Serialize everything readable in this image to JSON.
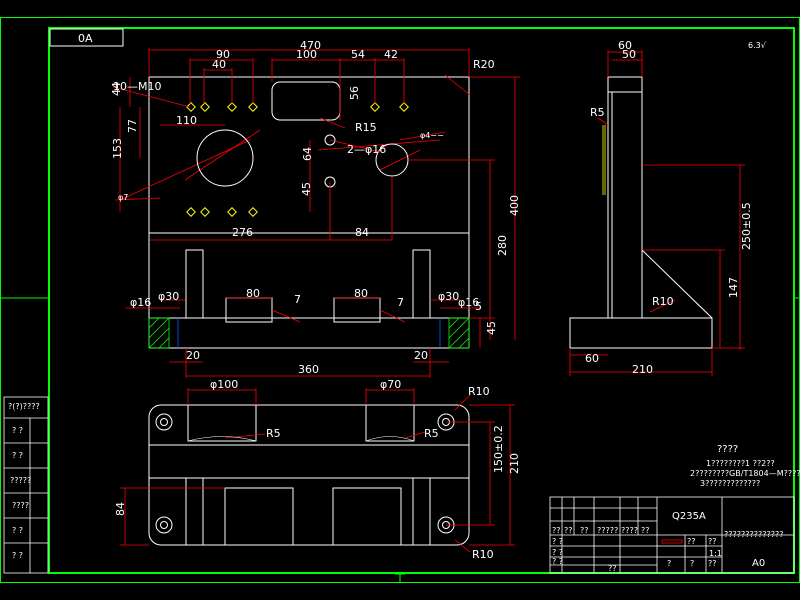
{
  "colors": {
    "frame": "#00ff00",
    "outline": "#ffffff",
    "dimension": "#ff0000",
    "text": "#ffffff",
    "hatch": "#00ff00",
    "hole": "#ffff00"
  },
  "sheet": {
    "mirror_tag": "0A",
    "bottom_axis_mark": "+"
  },
  "front_view": {
    "dims": {
      "d470": "470",
      "d90": "90",
      "d40": "40",
      "d100": "100",
      "d54": "54",
      "d42": "42",
      "r20": "R20",
      "m10": "10—M10",
      "d44": "44",
      "d56": "56",
      "r15": "R15",
      "d110": "110",
      "d77": "77",
      "d153": "153",
      "phi4": "φ4−−",
      "two_phi16": "2—φ16",
      "d64": "64",
      "d45a": "45",
      "phi7": "φ7",
      "d276": "276",
      "d84a": "84",
      "d400": "400",
      "d280": "280"
    }
  },
  "lower_front": {
    "dims": {
      "phi16_left": "φ16",
      "phi30_left": "φ30",
      "d80_left": "80",
      "d7_left": "7",
      "d80_right": "80",
      "d7_right": "7",
      "phi30_right": "φ30",
      "phi16_right": "φ16",
      "d5": "5",
      "d45b": "45",
      "d20_left": "20",
      "d20_right": "20",
      "d360": "360"
    }
  },
  "side_view": {
    "dims": {
      "d60_top": "60",
      "d50": "50",
      "roughness": "6.3√",
      "r5": "R5",
      "d250": "250±0.5",
      "r10": "R10",
      "d147": "147",
      "d60_bottom": "60",
      "d210": "210"
    }
  },
  "top_view": {
    "dims": {
      "phi100": "φ100",
      "phi70": "φ70",
      "r10_top": "R10",
      "r5_left": "R5",
      "r5_right": "R5",
      "d150": "150±0.2",
      "d210": "210",
      "d84": "84",
      "r10_bottom": "R10"
    }
  },
  "notes": {
    "title": "????",
    "line1": "1????????1 ??2??",
    "line2": "2????????GB/T1804—M????",
    "line3": "3?????????????"
  },
  "left_strip": {
    "labels": [
      "?(?)????",
      "?  ?",
      "?  ?",
      "?????",
      "????",
      "?  ?",
      "?  ?"
    ]
  },
  "title_block": {
    "material": "Q235A",
    "drawing_name": "??????????????",
    "sheet_size": "A0",
    "scale": "1:1",
    "row_labels": [
      "??",
      "??",
      "??",
      "?????",
      "????",
      "??"
    ],
    "left_labels": [
      "?  ?",
      "?  ?",
      "?  ?"
    ],
    "cell_a": "??",
    "cell_b": "??",
    "cell_c": "??",
    "cell_d": "?",
    "cell_e": "?",
    "cell_f": "??"
  }
}
